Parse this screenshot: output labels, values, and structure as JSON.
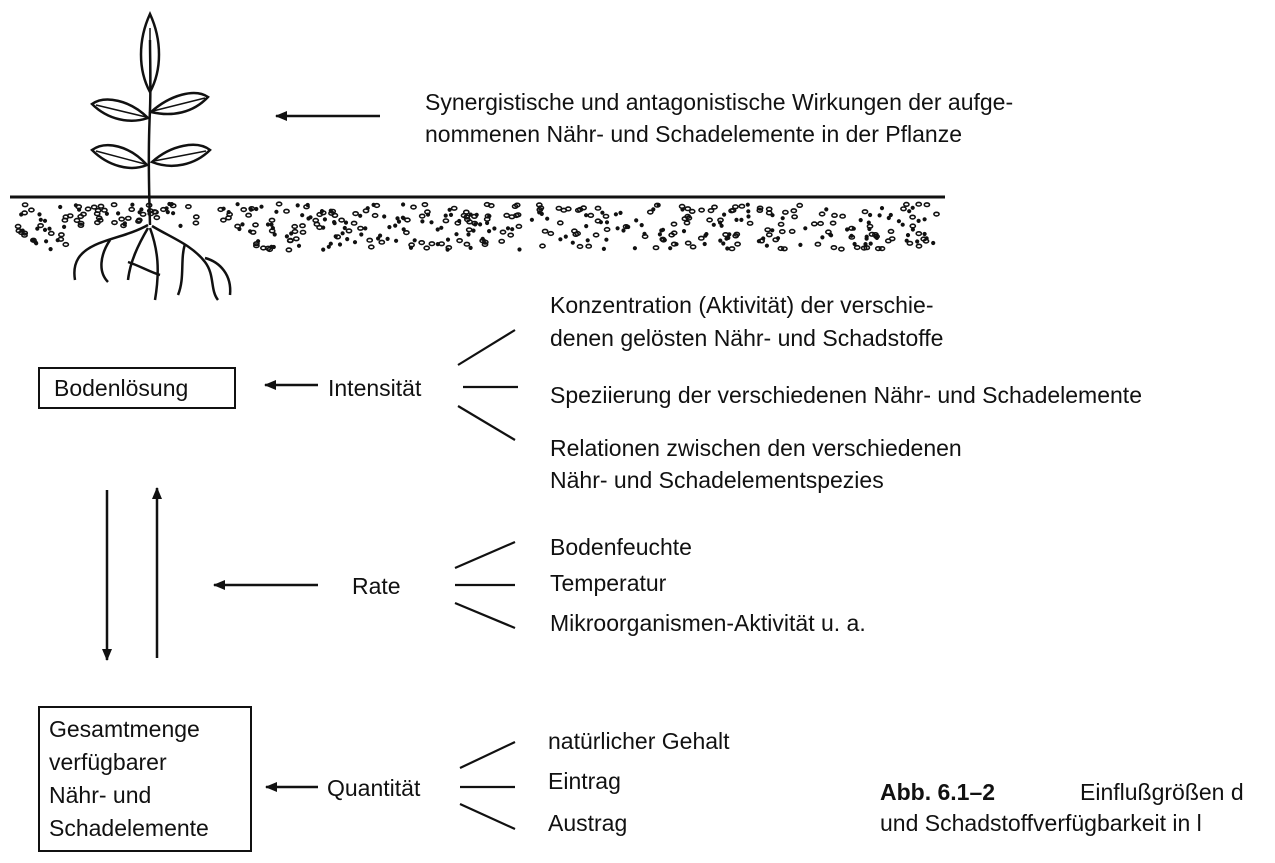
{
  "top_note": {
    "line1": "Synergistische und antagonistische Wirkungen der aufge-",
    "line2": "nommenen Nähr- und Schadelemente in der Pflanze"
  },
  "boxes": {
    "bodenloesung": "Bodenlösung",
    "gesamtmenge": [
      "Gesamtmenge",
      "verfügbarer",
      "Nähr- und",
      "Schadelemente"
    ]
  },
  "factors": {
    "intensitaet": "Intensität",
    "rate": "Rate",
    "quantitaet": "Quantität"
  },
  "intensitaet_items": [
    [
      "Konzentration (Aktivität) der verschie-",
      "denen gelösten Nähr- und Schadstoffe"
    ],
    [
      "Speziierung der verschiedenen Nähr- und Schadelemente"
    ],
    [
      "Relationen zwischen den verschiedenen",
      "Nähr- und Schadelementspezies"
    ]
  ],
  "rate_items": [
    "Bodenfeuchte",
    "Temperatur",
    "Mikroorganismen-Aktivität u. a."
  ],
  "quantitaet_items": [
    "natürlicher Gehalt",
    "Eintrag",
    "Austrag"
  ],
  "caption": {
    "label": "Abb. 6.1–2",
    "line1_rest": "Einflußgrößen d",
    "line2": "und Schadstoffverfügbarkeit  in l"
  }
}
